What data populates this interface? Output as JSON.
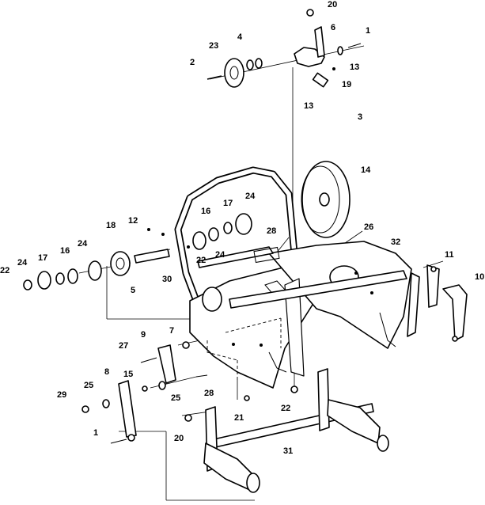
{
  "callouts": [
    {
      "id": "c20a",
      "text": "20"
    },
    {
      "id": "c6a",
      "text": "6"
    },
    {
      "id": "c1a",
      "text": "1"
    },
    {
      "id": "c4",
      "text": "4"
    },
    {
      "id": "c23",
      "text": "23"
    },
    {
      "id": "c2",
      "text": "2"
    },
    {
      "id": "c13a",
      "text": "13"
    },
    {
      "id": "c19",
      "text": "19"
    },
    {
      "id": "c13b",
      "text": "13"
    },
    {
      "id": "c3",
      "text": "3"
    },
    {
      "id": "c14",
      "text": "14"
    },
    {
      "id": "c24a",
      "text": "24"
    },
    {
      "id": "c17a",
      "text": "17"
    },
    {
      "id": "c16a",
      "text": "16"
    },
    {
      "id": "c12",
      "text": "12"
    },
    {
      "id": "c18",
      "text": "18"
    },
    {
      "id": "c28",
      "text": "28"
    },
    {
      "id": "c26",
      "text": "26"
    },
    {
      "id": "c32",
      "text": "32"
    },
    {
      "id": "c22a",
      "text": "22"
    },
    {
      "id": "c24b",
      "text": "24"
    },
    {
      "id": "c24c",
      "text": "24"
    },
    {
      "id": "c30",
      "text": "30"
    },
    {
      "id": "c5",
      "text": "5"
    },
    {
      "id": "c24d",
      "text": "24"
    },
    {
      "id": "c17b",
      "text": "17"
    },
    {
      "id": "c16b",
      "text": "16"
    },
    {
      "id": "c22b",
      "text": "22"
    },
    {
      "id": "c11",
      "text": "11"
    },
    {
      "id": "c10",
      "text": "10"
    },
    {
      "id": "c9",
      "text": "9"
    },
    {
      "id": "c7",
      "text": "7"
    },
    {
      "id": "c27",
      "text": "27"
    },
    {
      "id": "c8",
      "text": "8"
    },
    {
      "id": "c15",
      "text": "15"
    },
    {
      "id": "c25a",
      "text": "25"
    },
    {
      "id": "c29",
      "text": "29"
    },
    {
      "id": "c25b",
      "text": "25"
    },
    {
      "id": "c28b",
      "text": "28"
    },
    {
      "id": "c21",
      "text": "21"
    },
    {
      "id": "c22c",
      "text": "22"
    },
    {
      "id": "c1b",
      "text": "1"
    },
    {
      "id": "c20b",
      "text": "20"
    },
    {
      "id": "c31",
      "text": "31"
    }
  ]
}
